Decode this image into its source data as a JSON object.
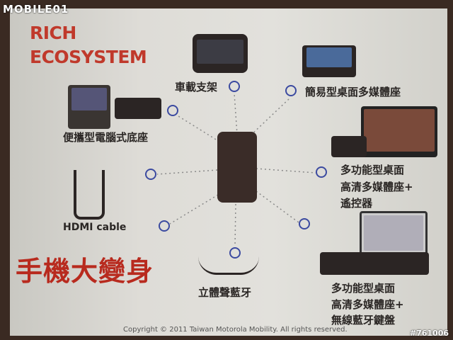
{
  "watermark": "MOBILE01",
  "title_line1": "RICH",
  "title_line2": "ECOSYSTEM",
  "headline": "手機大變身",
  "items": {
    "car": "車載支架",
    "simple_dock": "簡易型桌面多媒體座",
    "laptop_dock": "便攜型電腦式底座",
    "hd_dock_remote": [
      "多功能型桌面",
      "高清多媒體座+",
      "遙控器"
    ],
    "hdmi": "HDMI cable",
    "hd_dock_keyboard": [
      "多功能型桌面",
      "高清多媒體座+",
      "無線藍牙鍵盤"
    ],
    "stereo_bt": "立體聲藍牙"
  },
  "copyright": "Copyright © 2011 Taiwan Motorola Mobility. All rights reserved.",
  "ref": "#761006",
  "colors": {
    "accent": "#c0392b",
    "circle": "#3b4aa0"
  }
}
